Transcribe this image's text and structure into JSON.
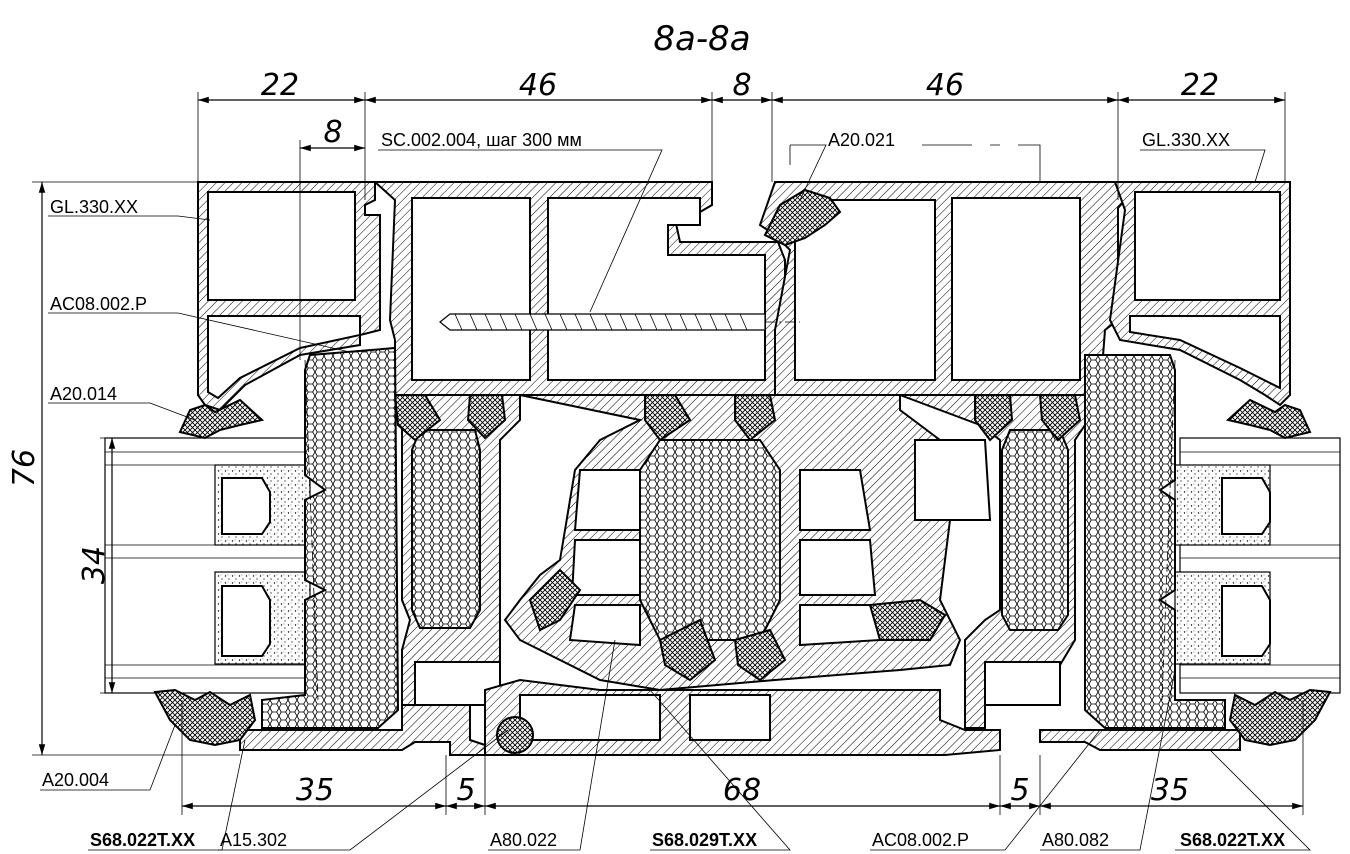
{
  "title": "8a-8a",
  "dimensions": {
    "top": [
      "22",
      "46",
      "8",
      "46",
      "22"
    ],
    "left_small": "8",
    "height": "76",
    "glass": "34",
    "bottom": [
      "35",
      "5",
      "68",
      "5",
      "35"
    ]
  },
  "callouts": {
    "gl_left": "GL.330.XX",
    "sc": "SC.002.004, шаг 300 мм",
    "a20_021": "A20.021",
    "gl_right": "GL.330.XX",
    "ac08_left": "AC08.002.P",
    "a20_014": "A20.014",
    "a20_004": "A20.004",
    "s68_left": "S68.022T.XX",
    "a15": "A15.302",
    "a80_022": "A80.022",
    "s68_mid": "S68.029T.XX",
    "ac08_right": "AC08.002.P",
    "a80_082": "A80.082",
    "s68_right": "S68.022T.XX"
  }
}
